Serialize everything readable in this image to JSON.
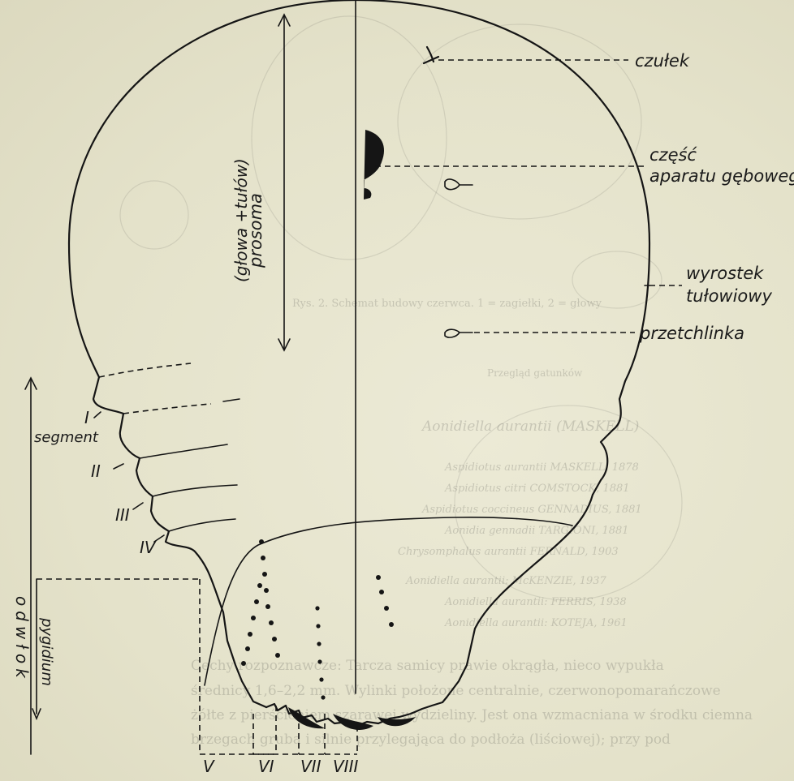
{
  "labels": {
    "antenna": "czułek",
    "mouthparts_line1": "część",
    "mouthparts_line2": "aparatu gębowego",
    "process_line1": "wyrostek",
    "process_line2": "tułowiowy",
    "spiracle": "przetchlinka",
    "prosoma_line1": "prosoma",
    "prosoma_line2": "(głowa +tułów)",
    "segment": "segment",
    "abdomen": "odwłok",
    "pygidium": "pygidium"
  },
  "segments": {
    "s1": "I",
    "s2": "II",
    "s3": "III",
    "s4": "IV",
    "s5": "V",
    "s6": "VI",
    "s7": "VII",
    "s8": "VIII"
  },
  "bleed_through": [
    "Rys. 2. Schemat budowy czerwca. 1 = zagiełki, 2 = głowy",
    "Przegląd gatunków",
    "Aonidiella aurantii (MASKELL)",
    "Aspidiotus aurantii MASKELL, 1878",
    "Aspidiotus citri COMSTOCK, 1881",
    "Aspidiotus coccineus GENNADIUS, 1881",
    "Aonidia gennadii TARGIONI, 1881",
    "Chrysomphalus aurantii FERNALD, 1903",
    "Aonidiella aurantii: McKENZIE, 1937",
    "Aonidiella aurantii: FERRIS, 1938",
    "Aonidiella aurantii: KOTEJA, 1961",
    "Cechy rozpoznawcze: Tarcza samicy prawie okrągła, nieco wypukła",
    "średnicy 1,6–2,2 mm. Wylinki położone centralnie, czerwonopomarańczowe",
    "żółte z pierścieniem szarawej wydzieliny. Jest ona wzmacniana w środku ciemna",
    "brzegach gruba i silnie przylegająca do podłoża (liściowej); przy pod"
  ]
}
